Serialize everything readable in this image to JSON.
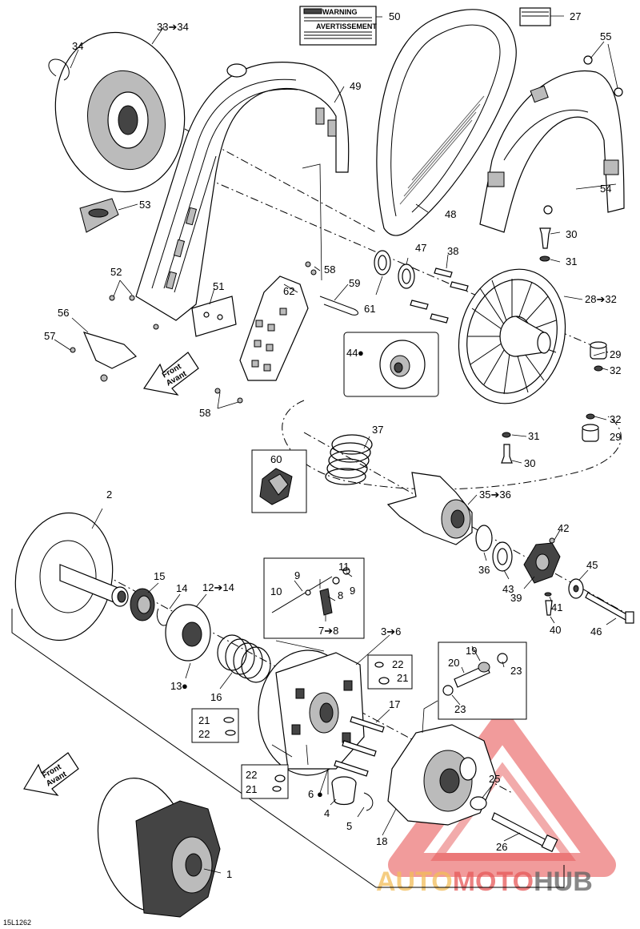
{
  "diagram_code": "15L1262",
  "watermark": {
    "text_a": "AUTO",
    "text_b": "MOTO",
    "text_c": "HUB"
  },
  "warning_label": {
    "line1": "WARNING",
    "line2": "AVERTISSEMENT"
  },
  "front_arrows": [
    {
      "line1": "Front",
      "line2": "Avant"
    },
    {
      "line1": "Front",
      "line2": "Avant"
    }
  ],
  "callouts": {
    "c1": "1",
    "c2": "2",
    "c3": "3➔6",
    "c4": "4",
    "c5": "5",
    "c6": "6",
    "c7": "7➔8",
    "c8": "8",
    "c9a": "9",
    "c9b": "9",
    "c10": "10",
    "c11": "11",
    "c12": "12➔14",
    "c13": "13",
    "c14": "14",
    "c15": "15",
    "c16": "16",
    "c17": "17",
    "c18": "18",
    "c19": "19",
    "c20": "20",
    "c21a": "21",
    "c21b": "21",
    "c21c": "21",
    "c22a": "22",
    "c22b": "22",
    "c22c": "22",
    "c23a": "23",
    "c23b": "23",
    "c25": "25",
    "c26": "26",
    "c27": "27",
    "c28": "28➔32",
    "c29a": "29",
    "c29b": "29",
    "c30a": "30",
    "c30b": "30",
    "c31a": "31",
    "c31b": "31",
    "c32a": "32",
    "c32b": "32",
    "c33": "33➔34",
    "c34": "34",
    "c35": "35➔36",
    "c36": "36",
    "c37": "37",
    "c38": "38",
    "c39": "39",
    "c40": "40",
    "c41": "41",
    "c42": "42",
    "c43": "43",
    "c44": "44",
    "c45": "45",
    "c46": "46",
    "c47": "47",
    "c48": "48",
    "c49": "49",
    "c50": "50",
    "c51": "51",
    "c52": "52",
    "c53": "53",
    "c54": "54",
    "c55": "55",
    "c56": "56",
    "c57": "57",
    "c58a": "58",
    "c58b": "58",
    "c59": "59",
    "c60": "60",
    "c61": "61",
    "c62": "62"
  }
}
